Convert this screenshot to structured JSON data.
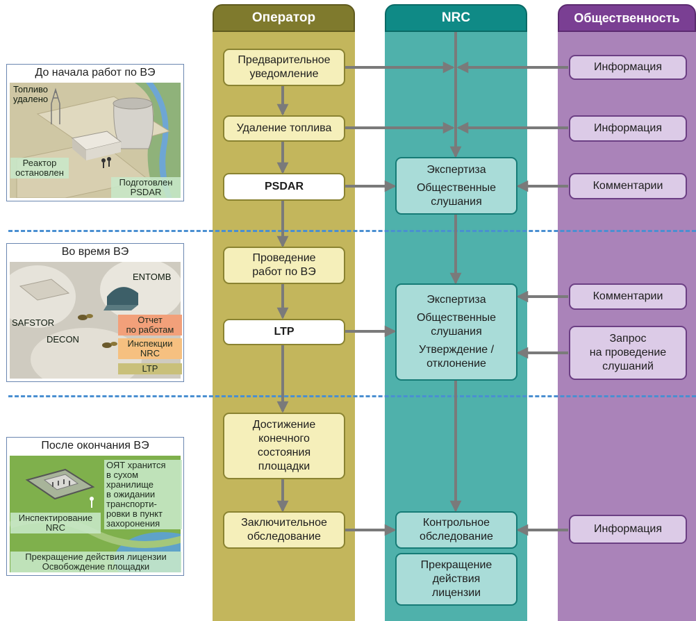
{
  "lanes": {
    "operator": "Оператор",
    "nrc": "NRC",
    "public": "Общественность"
  },
  "operator_steps": {
    "pre_notice": [
      "Предварительное",
      "уведомление"
    ],
    "fuel_removal": "Удаление топлива",
    "psdar": "PSDAR",
    "conduct": [
      "Проведение",
      "работ по ВЭ"
    ],
    "ltp": "LTP",
    "end_state": [
      "Достижение",
      "конечного",
      "состояния",
      "площадки"
    ],
    "final_survey": [
      "Заключительное",
      "обследование"
    ]
  },
  "nrc_steps": {
    "review1": {
      "a": "Экспертиза",
      "b1": "Общественные",
      "b2": "слушания"
    },
    "review2": {
      "a": "Экспертиза",
      "b1": "Общественные",
      "b2": "слушания",
      "c1": "Утверждение /",
      "c2": "отклонение"
    },
    "control_survey": [
      "Контрольное",
      "обследование"
    ],
    "termination": [
      "Прекращение",
      "действия",
      "лицензии"
    ]
  },
  "public_steps": {
    "info1": "Информация",
    "info2": "Информация",
    "comments1": "Комментарии",
    "comments2": "Комментарии",
    "hearing_request": [
      "Запрос",
      "на проведение",
      "слушаний"
    ],
    "info3": "Информация"
  },
  "panels": {
    "before": {
      "title": "До начала работ по ВЭ",
      "fuel": [
        "Топливо",
        "удалено"
      ],
      "reactor": [
        "Реактор",
        "остановлен"
      ],
      "psdar": [
        "Подготовлен",
        "PSDAR"
      ]
    },
    "during": {
      "title": "Во время ВЭ",
      "entomb": "ENTOMB",
      "safstor": "SAFSTOR",
      "decon": "DECON",
      "report": [
        "Отчет",
        "по работам"
      ],
      "inspections": [
        "Инспекции",
        "NRC"
      ],
      "ltp": "LTP"
    },
    "after": {
      "title": "После окончания ВЭ",
      "snf": [
        "ОЯТ хранится",
        "в сухом",
        "хранилище",
        "в ожидании",
        "транспорти-",
        "ровки в пункт",
        "захоронения"
      ],
      "inspecting": [
        "Инспектирование",
        "NRC"
      ],
      "license": [
        "Прекращение действия лицензии",
        "Освобождение площадки"
      ]
    }
  },
  "colors": {
    "operator_lane": "#c3b65c",
    "nrc_lane": "#4fb1ab",
    "public_lane": "#aa83b9",
    "separator": "#4a8fd1",
    "arrow": "#7a7a7a"
  }
}
